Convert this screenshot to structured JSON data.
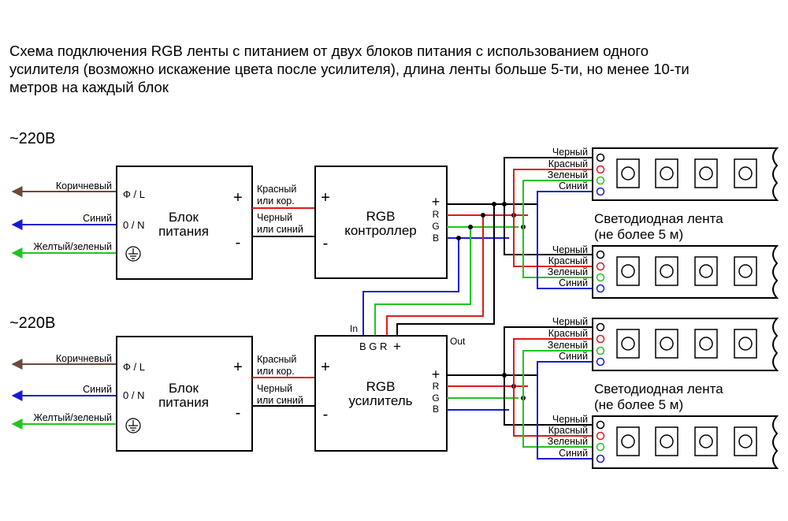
{
  "title": "Схема подключения RGB ленты с питанием от двух блоков питания с использованием одного усилителя (возможно искажение цвета после усилителя), длина ленты больше 5-ти, но менее 10-ти метров на каждый блок",
  "mains_label": "~220В",
  "mains": {
    "brown": "Коричневый",
    "blue": "Синий",
    "ground": "Желтый/зеленый"
  },
  "psu": {
    "label_line1": "Блок",
    "label_line2": "питания",
    "phase": "Ф / L",
    "neutral": "0 / N",
    "plus": "+",
    "minus": "-"
  },
  "wires": {
    "red_line1": "Красный",
    "red_line2": "или кор.",
    "black_line1": "Черный",
    "black_line2": "или синий"
  },
  "controller": {
    "line1": "RGB",
    "line2": "контроллер",
    "plus": "+",
    "minus": "-",
    "r": "R",
    "g": "G",
    "b": "B"
  },
  "amplifier": {
    "line1": "RGB",
    "line2": "усилитель",
    "in_label": "In",
    "out_label": "Out",
    "in_pins": "B G R",
    "in_plus": "+"
  },
  "strip": {
    "wire_black": "Черный",
    "wire_red": "Красный",
    "wire_green": "Зеленый",
    "wire_blue": "Синий",
    "label_line1": "Светодиодная лента",
    "label_line2": "(не более 5 м)"
  },
  "colors": {
    "brown": "#6b4a3a",
    "blue": "#1a1ad6",
    "green": "#22c422",
    "red": "#e01a1a",
    "black": "#000000"
  }
}
